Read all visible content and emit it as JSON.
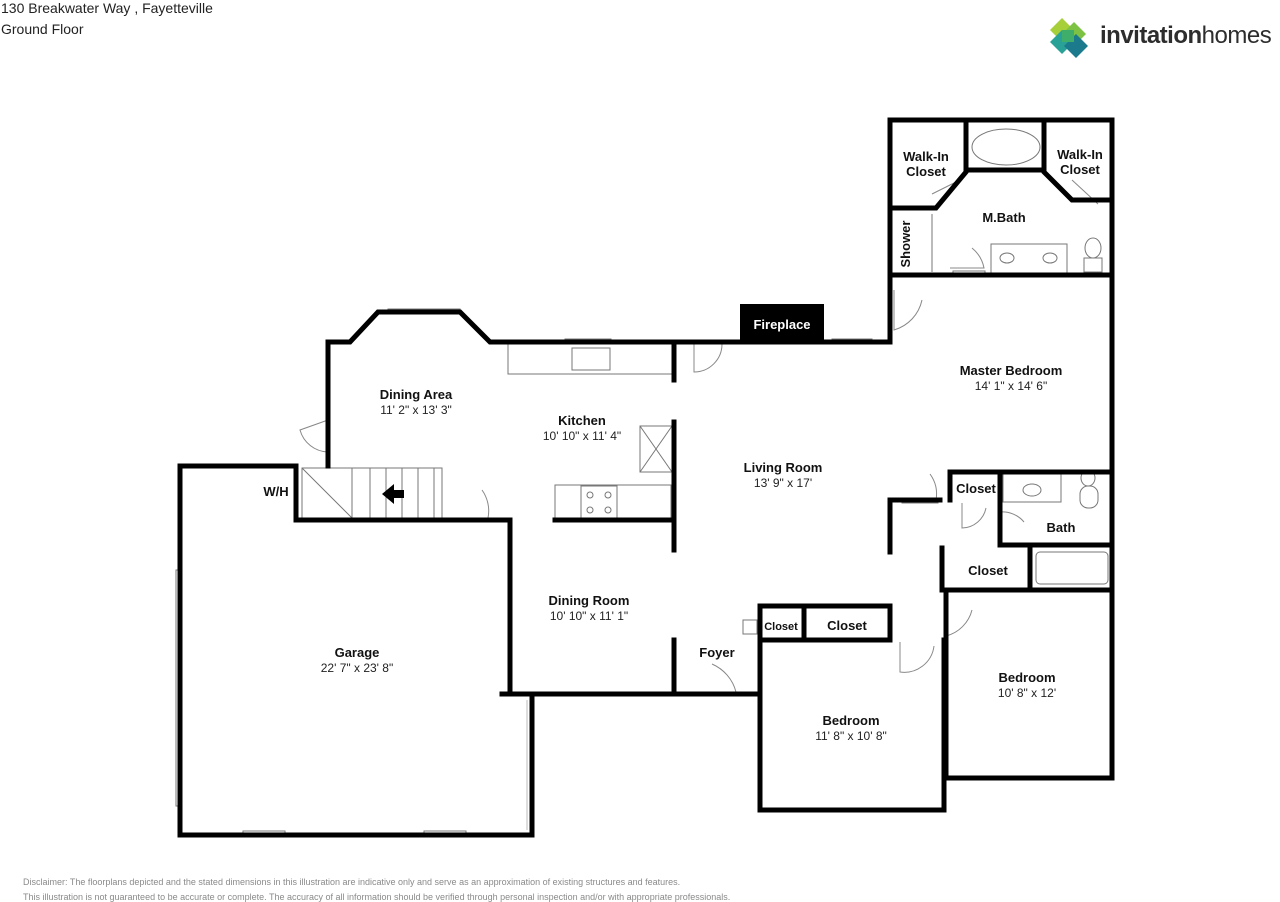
{
  "header": {
    "address": "130 Breakwater Way , Fayetteville",
    "floor": "Ground Floor"
  },
  "logo": {
    "brand_bold": "invitation",
    "brand_light": "homes",
    "colors": [
      "#7dc242",
      "#2aa197",
      "#1b7a8c",
      "#a6cf3a"
    ]
  },
  "rooms": {
    "dining_area": {
      "name": "Dining Area",
      "dims": "11' 2\" x 13' 3\""
    },
    "kitchen": {
      "name": "Kitchen",
      "dims": "10' 10\" x 11' 4\""
    },
    "living_room": {
      "name": "Living Room",
      "dims": "13' 9\" x 17'"
    },
    "master_bedroom": {
      "name": "Master Bedroom",
      "dims": "14' 1\" x 14' 6\""
    },
    "garage": {
      "name": "Garage",
      "dims": "22' 7\" x 23' 8\""
    },
    "dining_room": {
      "name": "Dining Room",
      "dims": "10' 10\" x 11' 1\""
    },
    "bedroom_center": {
      "name": "Bedroom",
      "dims": "11' 8\" x 10' 8\""
    },
    "bedroom_right": {
      "name": "Bedroom",
      "dims": "10' 8\" x 12'"
    }
  },
  "labels": {
    "fireplace": "Fireplace",
    "wh": "W/H",
    "foyer": "Foyer",
    "walkin_left_1": "Walk-In",
    "walkin_left_2": "Closet",
    "walkin_right_1": "Walk-In",
    "walkin_right_2": "Closet",
    "mbath": "M.Bath",
    "shower": "Shower",
    "closet_master": "Closet",
    "bath": "Bath",
    "closet_right": "Closet",
    "closet_small": "Closet",
    "closet_center": "Closet"
  },
  "disclaimer": {
    "line1": "Disclaimer: The floorplans depicted and the stated dimensions in this illustration are indicative only and serve as an approximation of existing structures and features.",
    "line2": "This illustration is not guaranteed to be accurate or complete. The accuracy of all information should be verified through personal inspection and/or with appropriate professionals."
  }
}
